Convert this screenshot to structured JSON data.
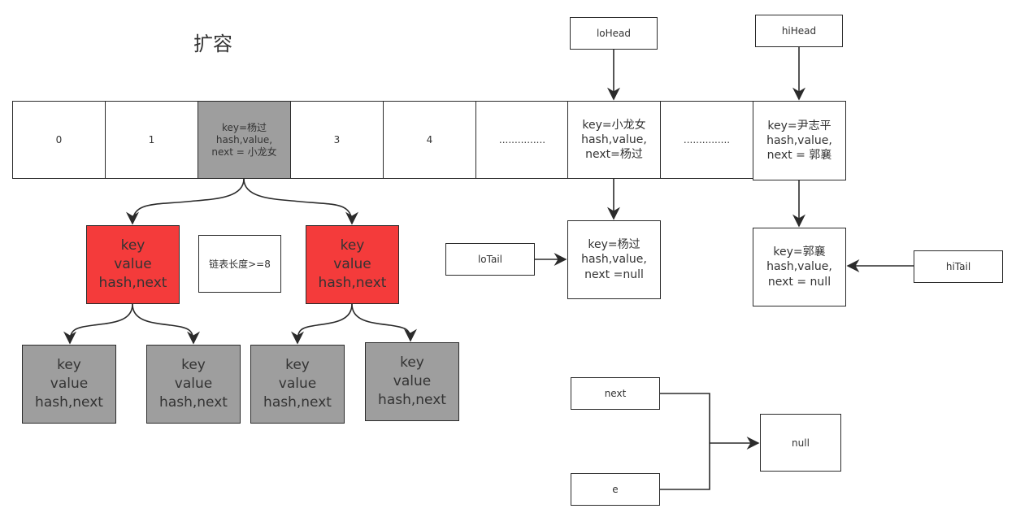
{
  "title": "扩容",
  "array_cells": [
    "0",
    "1",
    "key=杨过\nhash,value,\nnext = 小龙女",
    "3",
    "4",
    "...............",
    "key=小龙女\nhash,value,\nnext=杨过",
    "...............",
    "key=尹志平\nhash,value,\nnext = 郭襄"
  ],
  "pointers": {
    "loHead": "loHead",
    "hiHead": "hiHead",
    "loTail": "loTail",
    "hiTail": "hiTail"
  },
  "lo_tail_node": "key=杨过\nhash,value,\nnext =null",
  "hi_tail_node": "key=郭襄\nhash,value,\nnext = null",
  "tree": {
    "node_text": "key\nvalue\nhash,next",
    "note": "链表长度>=8"
  },
  "ref_demo": {
    "next": "next",
    "e": "e",
    "null": "null"
  },
  "colors": {
    "red_node": "#f43b3b",
    "gray_node": "#9e9e9e",
    "stroke": "#2b2b2b"
  }
}
